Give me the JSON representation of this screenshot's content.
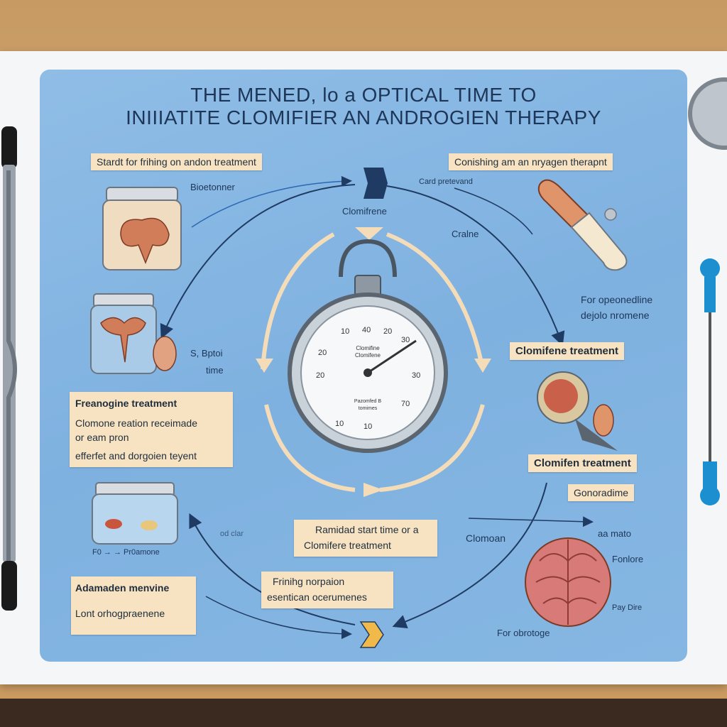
{
  "title": {
    "line1": "THE MENED, lo a OPTICAL TIME TO",
    "line2": "INIIIATITE CLOMIFIER AN ANDROGIEN THERAPY"
  },
  "labels": {
    "top_left": "Stardt for frihing on andon treatment",
    "top_right": "Conishing am an nryagen therapnt",
    "clomifene_treatment_right": "Clomifene treatment",
    "clomifen_treatment_right": "Clomifen treatment",
    "gonoradine": "Gonoradime",
    "center_bottom_line1": "Ramidad start time or a",
    "center_bottom_line2": "Clomifere treatment",
    "bottom_center_line1": "Frinihg norpaion",
    "bottom_center_line2": "esentican ocerumenes"
  },
  "left_box": {
    "title": "Freanogine treatment",
    "line1": "Clomone reation receimade",
    "line2": "or eam pron",
    "line3": "efferfet and dorgoien teyent"
  },
  "bottom_left_box": {
    "title": "Adamaden menvine",
    "line1": "Lont orhogpraenene"
  },
  "annotations": {
    "bioetonner": "Bioetonner",
    "clomifrene": "Clomifrene",
    "card_preteand": "Card pretevand",
    "cralne": "Cralne",
    "for_openedline": "For opeonedline",
    "dejolo": "dejolo nromene",
    "sp_time_1": "S, Bptoi",
    "sp_time_2": "time",
    "clomoan": "Clomoan",
    "aa_mato": "aa mato",
    "fonlore": "Fonlore",
    "pay_dire": "Pay Dire",
    "for_obrotoge": "For obrotoge",
    "od_clar": "od clar",
    "jar_caption": "F0 → → Pr0amone"
  },
  "stopwatch": {
    "inner_line1": "Clomifine",
    "inner_line2": "Clomifene",
    "lower_line1": "Pazomfed B",
    "lower_line2": "tomimes",
    "ticks": [
      "10",
      "40",
      "20",
      "30",
      "20",
      "30",
      "70",
      "20",
      "10",
      "10"
    ]
  },
  "colors": {
    "poster": "#86b7e3",
    "label_bg": "#f7e3c2",
    "arrow_cream": "#f5dcb8",
    "arrow_navy": "#1f3b63"
  }
}
